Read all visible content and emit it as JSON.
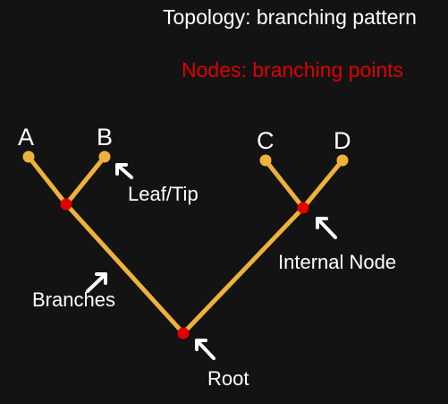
{
  "title": "Topology: branching pattern",
  "subtitle": "Nodes: branching points",
  "leaves": [
    "A",
    "B",
    "C",
    "D"
  ],
  "annotations": {
    "leaf": "Leaf/Tip",
    "internal_node": "Internal Node",
    "branches": "Branches",
    "root": "Root"
  },
  "colors": {
    "background": "#131313",
    "text": "#ffffff",
    "subtitle": "#e00000",
    "branch": "#eeb23b",
    "leaf_node": "#eeb23b",
    "internal_node": "#e00000",
    "arrow": "#ffffff"
  }
}
